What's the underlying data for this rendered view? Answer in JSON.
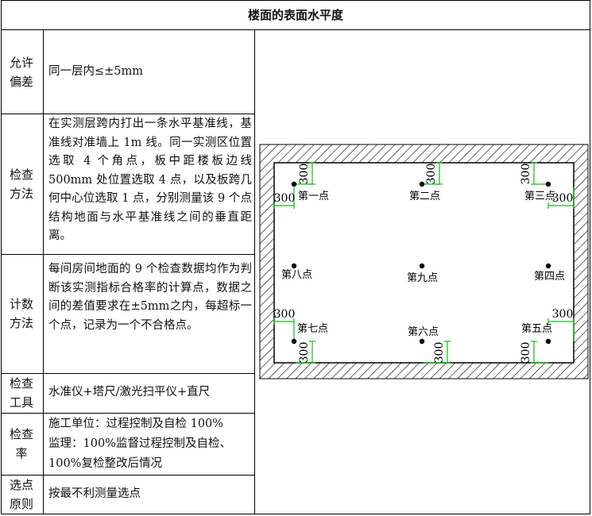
{
  "title": "楼面的表面水平度",
  "rows": [
    {
      "label": "允许偏差",
      "content": "同一层内≤±5mm"
    },
    {
      "label": "检查方法",
      "content": "在实测层跨内打出一条水平基准线，基准线对准墙上 1m 线。同一实测区位置选取 4 个角点，板中距楼板边线 500mm 处位置选取 4 点，以及板跨几何中心位选取 1 点，分别测量该 9 个点结构地面与水平基准线之间的垂直距离。"
    },
    {
      "label": "计数方法",
      "content": "每间房间地面的 9 个检查数据均作为判断该实测指标合格率的计算点，数据之间的差值要求在±5mm之内，每超标一个点，记录为一个不合格点。"
    },
    {
      "label": "检查工具",
      "content": "水准仪+塔尺/激光扫平仪+直尺"
    },
    {
      "label": "检查率",
      "content_lines": [
        "施工单位：过程控制及自检 100%",
        "监理：100%监督过程控制及自检、",
        "100%复检整改后情况"
      ]
    },
    {
      "label": "选点原则",
      "content": "按最不利测量选点"
    }
  ],
  "diagram": {
    "points": [
      "第一点",
      "第二点",
      "第三点",
      "第四点",
      "第五点",
      "第六点",
      "第七点",
      "第八点",
      "第九点"
    ],
    "dimension": "300",
    "colors": {
      "dimension": "#00c800",
      "hatch": "#000000"
    }
  }
}
